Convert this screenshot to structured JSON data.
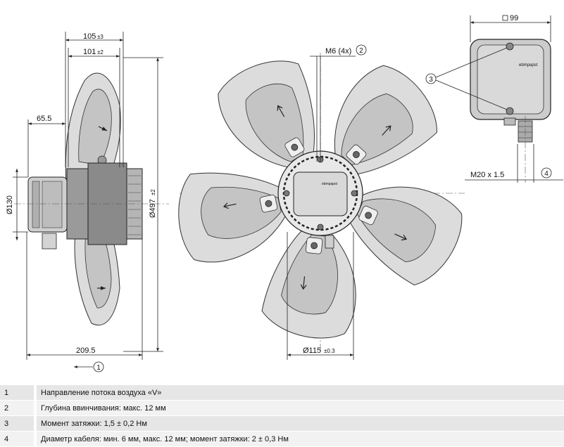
{
  "labels": {
    "dim_105": "105",
    "dim_105_tol": "±3",
    "dim_101": "101",
    "dim_101_tol": "±2",
    "dim_65_5": "65.5",
    "dim_130": "Ø130",
    "dim_497": "Ø497",
    "dim_497_tol": "±2",
    "dim_209_5": "209.5",
    "dim_115": "Ø115",
    "dim_115_tol": "±0.3",
    "thread_m6": "M6 (4x)",
    "dim_99": "99",
    "thread_m20": "M20 x 1.5",
    "brand": "ebmpapst"
  },
  "callouts": {
    "c1": "1",
    "c2": "2",
    "c3": "3",
    "c4": "4"
  },
  "legend": [
    {
      "num": "1",
      "text": "Направление потока воздуха «V»"
    },
    {
      "num": "2",
      "text": "Глубина ввинчивания: макс. 12 мм"
    },
    {
      "num": "3",
      "text": "Момент затяжки: 1,5 ± 0,2 Нм"
    },
    {
      "num": "4",
      "text": "Диаметр кабеля: мин. 6 мм, макс. 12 мм; момент затяжки: 2 ± 0,3 Нм"
    }
  ]
}
